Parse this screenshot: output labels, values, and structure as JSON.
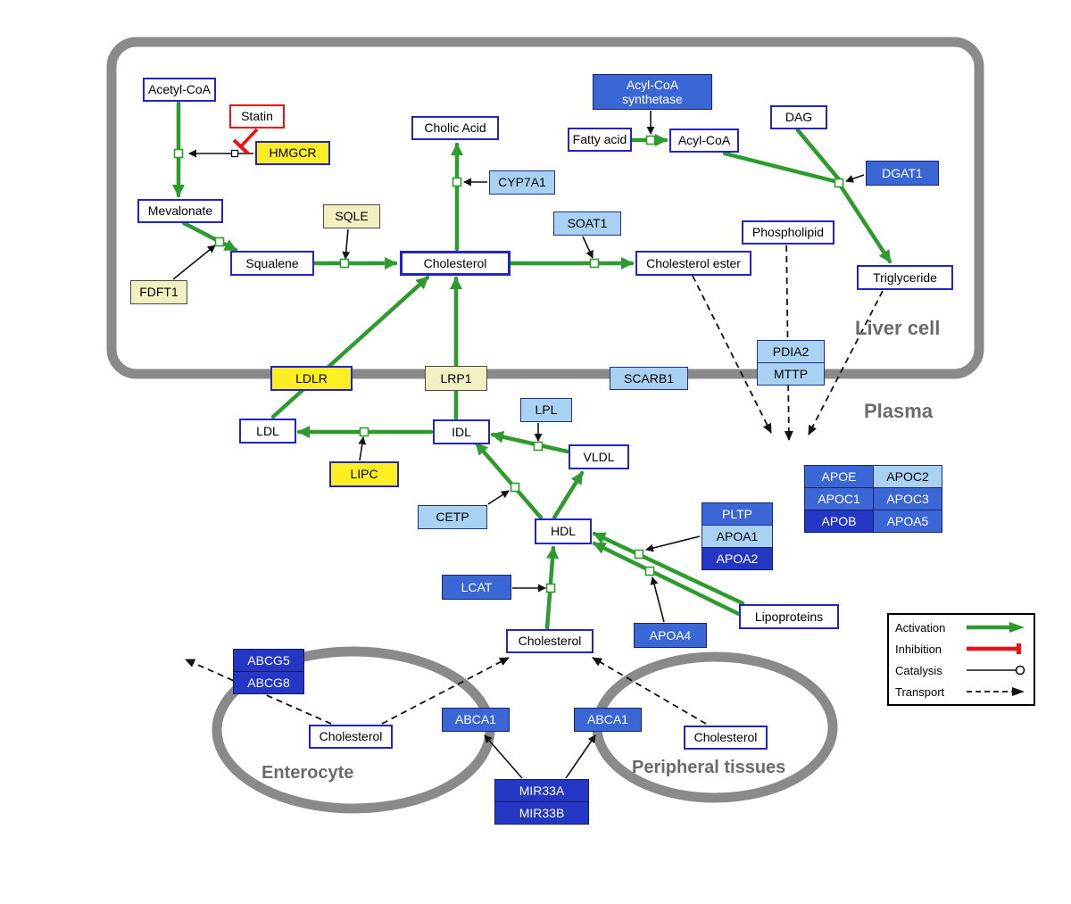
{
  "regions": {
    "liver_cell": "Liver cell",
    "plasma": "Plasma",
    "enterocyte": "Enterocyte",
    "peripheral_tissues": "Peripheral tissues"
  },
  "legend": {
    "activation": "Activation",
    "inhibition": "Inhibition",
    "catalysis": "Catalysis",
    "transport": "Transport"
  },
  "colors": {
    "activation_green": "#2e9b2e",
    "inhibition_red": "#ee1111",
    "membrane_gray": "#8a8a8a",
    "metabolite_border_blue": "#2323cc",
    "enzyme_yellow": "#ffee22",
    "enzyme_cream": "#f2f0c0",
    "enzyme_light_blue": "#a9d2f2",
    "enzyme_medium_blue": "#3a66d6",
    "enzyme_dark_blue": "#2336c4"
  },
  "nodes": {
    "acetyl_coa": "Acetyl-CoA",
    "statin": "Statin",
    "hmgcr": "HMGCR",
    "mevalonate": "Mevalonate",
    "sqle": "SQLE",
    "fdft1": "FDFT1",
    "squalene": "Squalene",
    "cholesterol_liver": "Cholesterol",
    "cholic_acid": "Cholic Acid",
    "cyp7a1": "CYP7A1",
    "soat1": "SOAT1",
    "cholesterol_ester": "Cholesterol ester",
    "acyl_coa_synthetase": "Acyl-CoA synthetase",
    "fatty_acid": "Fatty acid",
    "acyl_coa": "Acyl-CoA",
    "dag": "DAG",
    "dgat1": "DGAT1",
    "phospholipid": "Phospholipid",
    "triglyceride": "Triglyceride",
    "pdia2": "PDIA2",
    "mttp": "MTTP",
    "scarb1": "SCARB1",
    "ldlr": "LDLR",
    "lrp1": "LRP1",
    "ldl": "LDL",
    "idl": "IDL",
    "lpl": "LPL",
    "vldl": "VLDL",
    "lipc": "LIPC",
    "cetp": "CETP",
    "hdl": "HDL",
    "pltp": "PLTP",
    "apoa1": "APOA1",
    "apoa2": "APOA2",
    "apoe": "APOE",
    "apoc2": "APOC2",
    "apoc1": "APOC1",
    "apoc3": "APOC3",
    "apob": "APOB",
    "apoa5": "APOA5",
    "lcat": "LCAT",
    "apoa4": "APOA4",
    "lipoproteins": "Lipoproteins",
    "cholesterol_plasma": "Cholesterol",
    "abcg5": "ABCG5",
    "abcg8": "ABCG8",
    "cholesterol_enterocyte": "Cholesterol",
    "abca1_enterocyte": "ABCA1",
    "abca1_peripheral": "ABCA1",
    "cholesterol_peripheral": "Cholesterol",
    "mir33a": "MIR33A",
    "mir33b": "MIR33B"
  }
}
